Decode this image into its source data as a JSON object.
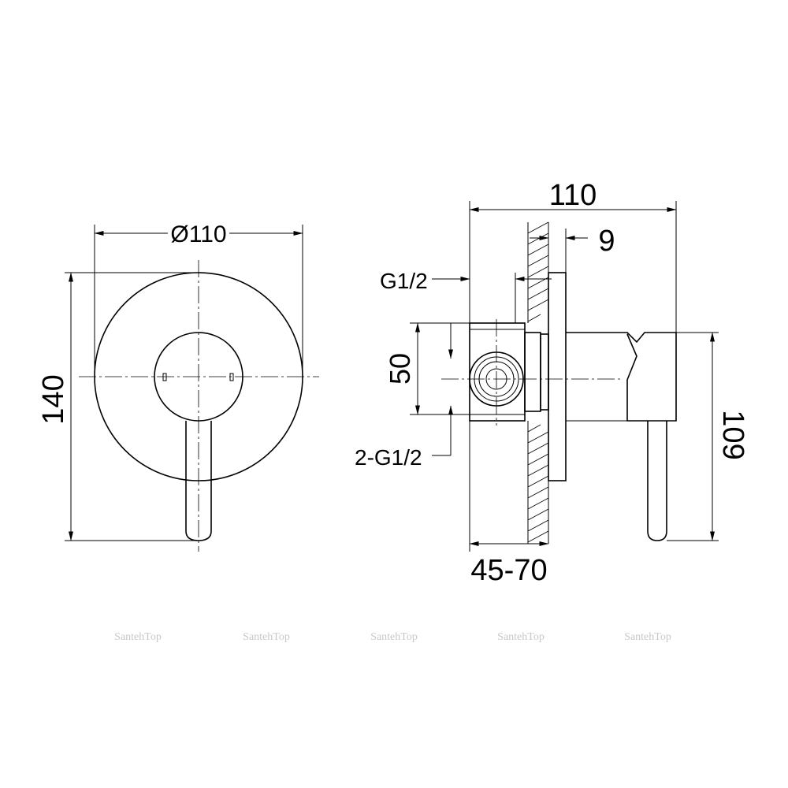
{
  "front_view": {
    "diameter_label": "Ø110",
    "height_label": "140"
  },
  "side_view": {
    "depth_label": "110",
    "plate_label": "9",
    "inlet_label": "G1/2",
    "spacing_label": "50",
    "outlet_label": "2-G1/2",
    "wall_range_label": "45-70",
    "height_label": "109"
  },
  "watermarks": [
    "SantehTop",
    "SantehTop",
    "SantehTop",
    "SantehTop",
    "SantehTop"
  ],
  "colors": {
    "line": "#000000",
    "watermark": "#c8c8c8"
  }
}
